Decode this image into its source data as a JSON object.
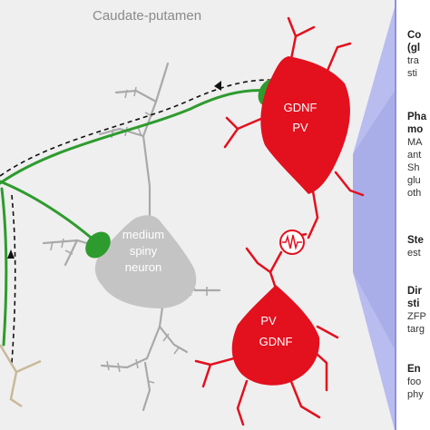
{
  "region_label": "Caudate-putamen",
  "neurons": {
    "msn": {
      "lines": [
        "medium",
        "spiny",
        "neuron"
      ]
    },
    "pv_top": {
      "label_pv": "PV",
      "label_gdnf": "GDNF"
    },
    "pv_bottom": {
      "label_pv": "PV",
      "label_gdnf": "GDNF"
    }
  },
  "side_panel": {
    "entries": [
      {
        "heading": [
          "Co",
          "(gl"
        ],
        "body": [
          "tra",
          "sti"
        ]
      },
      {
        "heading": [
          "Pha",
          "mo"
        ],
        "body": [
          "MA",
          "ant",
          "Sh",
          "glu",
          "oth"
        ]
      },
      {
        "heading": [
          "Ste"
        ],
        "body": [
          "est"
        ]
      },
      {
        "heading": [
          "Dir",
          "sti"
        ],
        "body": [
          "ZFP",
          "targ"
        ]
      },
      {
        "heading": [
          "En"
        ],
        "body": [
          "foo",
          "phy"
        ]
      }
    ]
  },
  "colors": {
    "background": "#efefef",
    "pv_red": "#e3101e",
    "axon_green": "#2e9b2e",
    "msn_gray": "#c4c4c4",
    "dendrite_gray": "#a9a9a9",
    "panel_blue": "#b9bcef",
    "tan": "#c9b99a"
  }
}
